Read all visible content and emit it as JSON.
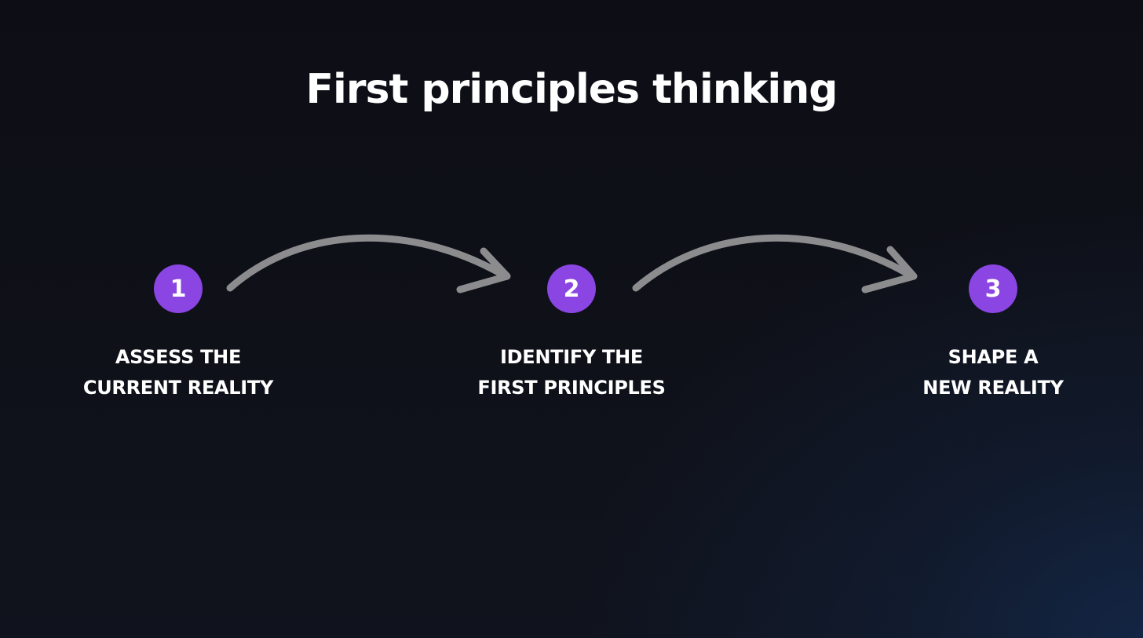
{
  "title": "First principles thinking",
  "colors": {
    "background": "#0f1017",
    "accent": "#8a45e3",
    "arrow": "#8c8c8f",
    "text": "#ffffff"
  },
  "steps": [
    {
      "number": "1",
      "line1": "ASSESS THE",
      "line2": "CURRENT REALITY"
    },
    {
      "number": "2",
      "line1": "IDENTIFY THE",
      "line2": "FIRST PRINCIPLES"
    },
    {
      "number": "3",
      "line1": "SHAPE A",
      "line2": "NEW REALITY"
    }
  ],
  "connectors": [
    {
      "from": "1",
      "to": "2",
      "icon": "curved-arrow-icon"
    },
    {
      "from": "2",
      "to": "3",
      "icon": "curved-arrow-icon"
    }
  ]
}
